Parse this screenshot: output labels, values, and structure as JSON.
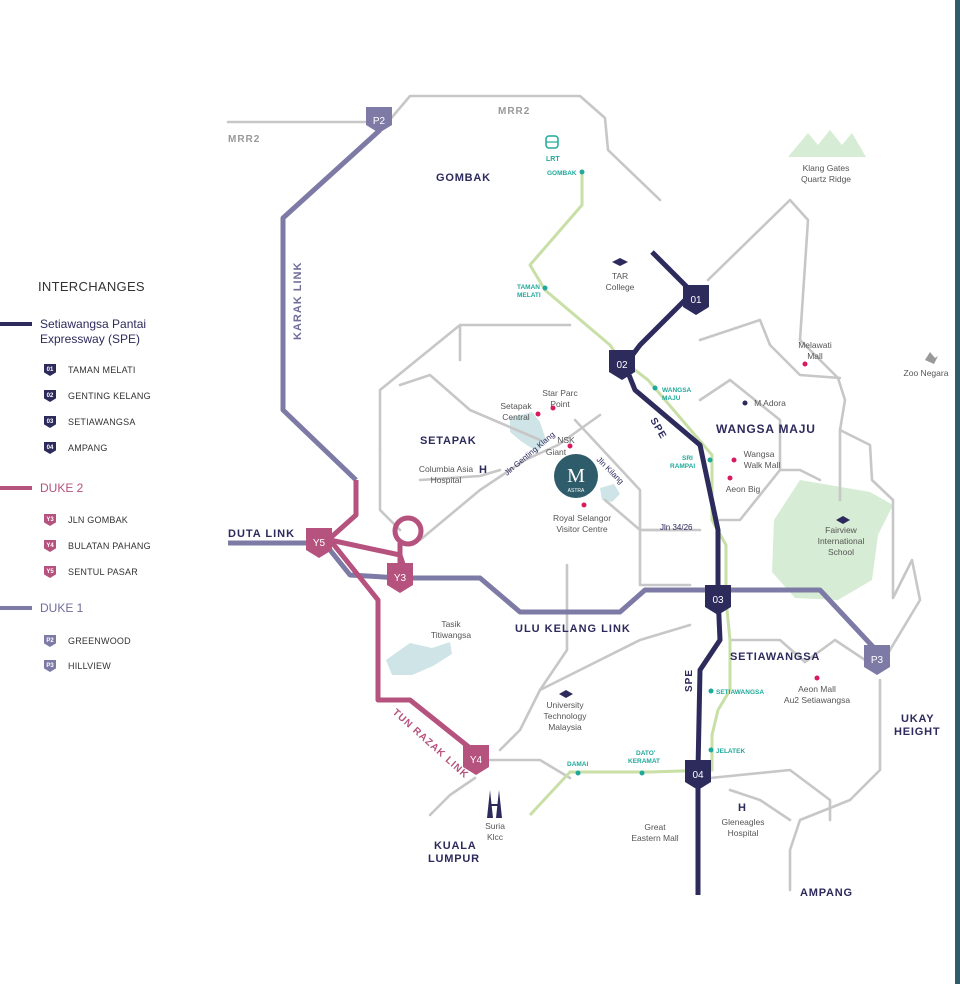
{
  "colors": {
    "spe": "#2d2a5c",
    "duke2": "#b5527e",
    "duke1": "#7d7ba6",
    "lrt": "#c8dfa6",
    "road": "#c7c7c7",
    "station": "#1fa99a",
    "poi": "#d81b60",
    "park": "#d6ecd4",
    "water": "#cfe4e6"
  },
  "legend": {
    "title": "INTERCHANGES",
    "spe": {
      "name": "Setiawangsa Pantai Expressway (SPE)",
      "items": [
        {
          "code": "01",
          "label": "TAMAN MELATI"
        },
        {
          "code": "02",
          "label": "GENTING KELANG"
        },
        {
          "code": "03",
          "label": "SETIAWANGSA"
        },
        {
          "code": "04",
          "label": "AMPANG"
        }
      ]
    },
    "duke2": {
      "name": "DUKE 2",
      "items": [
        {
          "code": "Y3",
          "label": "JLN GOMBAK"
        },
        {
          "code": "Y4",
          "label": "BULATAN PAHANG"
        },
        {
          "code": "Y5",
          "label": "SENTUL PASAR"
        }
      ]
    },
    "duke1": {
      "name": "DUKE 1",
      "items": [
        {
          "code": "P2",
          "label": "GREENWOOD"
        },
        {
          "code": "P3",
          "label": "HILLVIEW"
        }
      ]
    }
  },
  "map": {
    "roads": {
      "mrr2_left": "MRR2",
      "mrr2_top": "MRR2",
      "karak": "KARAK LINK",
      "duta": "DUTA LINK",
      "ulu_kelang": "ULU KELANG LINK",
      "tun_razak": "TUN RAZAK LINK",
      "spe_a": "SPE",
      "spe_b": "SPE",
      "jln_genting": "Jln Genting Klang",
      "jln_kilang": "Jln Kilang",
      "jln_3426": "Jln 34/26"
    },
    "badges": {
      "o1": "01",
      "o2": "02",
      "o3": "03",
      "o4": "04",
      "p2": "P2",
      "p3": "P3",
      "y3": "Y3",
      "y4": "Y4",
      "y5": "Y5"
    },
    "areas": {
      "gombak": "GOMBAK",
      "setapak": "SETAPAK",
      "wangsa_maju": "WANGSA MAJU",
      "setiawangsa": "SETIAWANGSA",
      "ukay_1": "UKAY",
      "ukay_2": "HEIGHT",
      "kl_1": "KUALA",
      "kl_2": "LUMPUR",
      "ampang": "AMPANG"
    },
    "stations": {
      "lrt": "LRT",
      "gombak": "GOMBAK",
      "taman_melati_1": "TAMAN",
      "taman_melati_2": "MELATI",
      "wangsa_maju_1": "WANGSA",
      "wangsa_maju_2": "MAJU",
      "sri_rampai_1": "SRI",
      "sri_rampai_2": "RAMPAI",
      "setiawangsa": "SETIAWANGSA",
      "jelatek": "JELATEK",
      "damai": "DAMAI",
      "dato_keramat_1": "DATO'",
      "dato_keramat_2": "KERAMAT"
    },
    "pois": {
      "klang_gates_1": "Klang Gates",
      "klang_gates_2": "Quartz Ridge",
      "tar_1": "TAR",
      "tar_2": "College",
      "melawati_1": "Melawati",
      "melawati_2": "Mall",
      "zoo": "Zoo Negara",
      "star_parc_1": "Star Parc",
      "star_parc_2": "Point",
      "setapak_central_1": "Setapak",
      "setapak_central_2": "Central",
      "nsk": "NSK",
      "giant": "Giant",
      "m_adora": "M Adora",
      "columbia_1": "Columbia Asia",
      "columbia_2": "Hospital",
      "wangsa_walk_1": "Wangsa",
      "wangsa_walk_2": "Walk Mall",
      "aeon_big": "Aeon Big",
      "fairview_1": "Fairview",
      "fairview_2": "International",
      "fairview_3": "School",
      "royal_selangor_1": "Royal Selangor",
      "royal_selangor_2": "Visitor Centre",
      "tasik_1": "Tasik",
      "tasik_2": "Titiwangsa",
      "aeon_mall_1": "Aeon Mall",
      "aeon_mall_2": "Au2 Setiawangsa",
      "university_1": "University",
      "university_2": "Technology",
      "university_3": "Malaysia",
      "suria_1": "Suria",
      "suria_2": "Klcc",
      "great_eastern_1": "Great",
      "great_eastern_2": "Eastern Mall",
      "gleneagles_1": "Gleneagles",
      "gleneagles_2": "Hospital",
      "hospital_h": "H",
      "hospital_h2": "H"
    },
    "logo": {
      "letter": "M",
      "word": "ASTRA"
    }
  }
}
